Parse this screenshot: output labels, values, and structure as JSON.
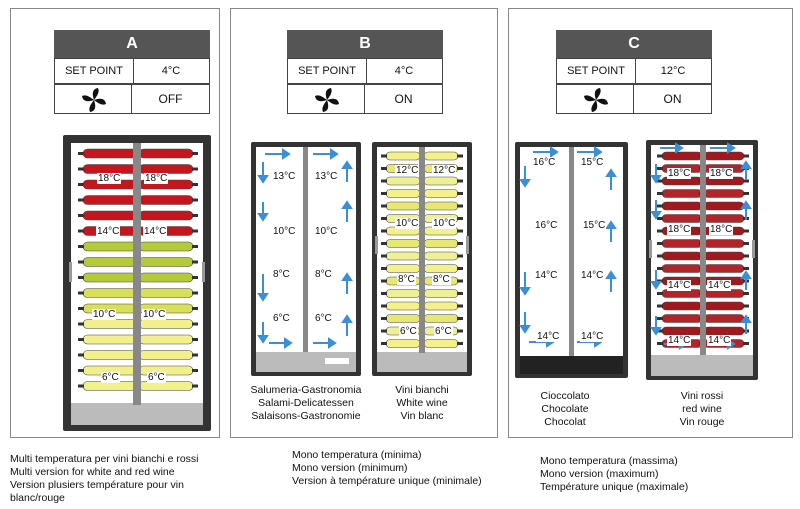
{
  "panels": [
    {
      "id": "A",
      "set_point_label": "SET POINT",
      "set_point_value": "4°C",
      "fan": "OFF",
      "temps": [
        "18°C",
        "18°C",
        "14°C",
        "14°C",
        "10°C",
        "10°C",
        "6°C",
        "6°C"
      ],
      "notes": [
        "Multi temperatura per vini bianchi e rossi",
        "Multi version for white and red wine",
        "Version plusiers température pour vin blanc/rouge"
      ]
    },
    {
      "id": "B",
      "set_point_label": "SET POINT",
      "set_point_value": "4°C",
      "fan": "ON",
      "left_temps": [
        "13°C",
        "13°C",
        "10°C",
        "10°C",
        "8°C",
        "8°C",
        "6°C",
        "6°C"
      ],
      "right_temps": [
        "12°C",
        "12°C",
        "10°C",
        "10°C",
        "8°C",
        "8°C",
        "6°C",
        "6°C"
      ],
      "left_caption": [
        "Salumeria-Gastronomia",
        "Salami-Delicatessen",
        "Salaisons-Gastronomie"
      ],
      "right_caption": [
        "Vini bianchi",
        "White wine",
        "Vin blanc"
      ],
      "notes": [
        "Mono temperatura (minima)",
        "Mono version (minimum)",
        "Version à température unique (minimale)"
      ]
    },
    {
      "id": "C",
      "set_point_label": "SET POINT",
      "set_point_value": "12°C",
      "fan": "ON",
      "left_temps": [
        "16°C",
        "15°C",
        "16°C",
        "15°C",
        "14°C",
        "14°C",
        "14°C",
        "14°C"
      ],
      "right_temps": [
        "18°C",
        "18°C",
        "18°C",
        "18°C",
        "14°C",
        "14°C",
        "14°C",
        "14°C"
      ],
      "left_caption": [
        "Cioccolato",
        "Chocolate",
        "Chocolat"
      ],
      "right_caption": [
        "Vini rossi",
        "red wine",
        "Vin rouge"
      ],
      "notes": [
        "Mono temperatura (massima)",
        "Mono version (maximum)",
        "Température unique (maximale)"
      ]
    }
  ]
}
